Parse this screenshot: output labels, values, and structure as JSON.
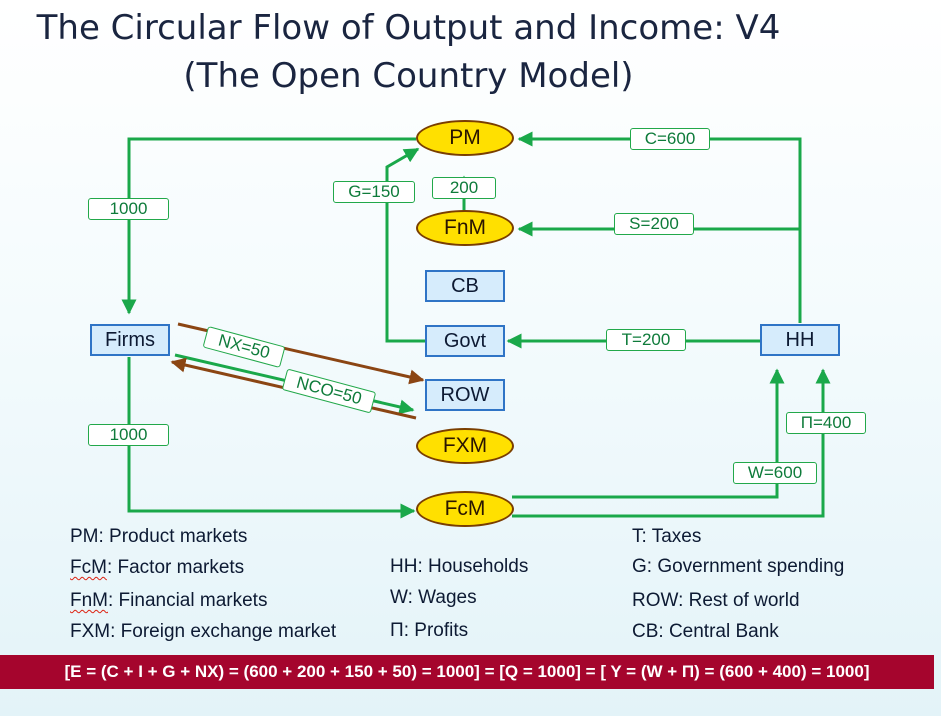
{
  "title": {
    "line1": "The Circular Flow of Output and Income: V4",
    "line2": "(The Open Country Model)"
  },
  "nodes": {
    "pm": "PM",
    "fnm": "FnM",
    "cb": "CB",
    "govt": "Govt",
    "hh": "HH",
    "firms": "Firms",
    "row": "ROW",
    "fxm": "FXM",
    "fcm": "FcM"
  },
  "flows": {
    "c": "C=600",
    "s": "S=200",
    "fnm_to_pm": "200",
    "g": "G=150",
    "t": "T=200",
    "pm_to_firms": "1000",
    "firms_to_fcm": "1000",
    "nx": "NX=50",
    "nco": "NCO=50",
    "w": "W=600",
    "profit": "Π=400"
  },
  "legend": {
    "pm": "PM: Product markets",
    "fcm_abbr": "FcM",
    "fcm_rest": ": Factor markets",
    "fnm_abbr": "FnM",
    "fnm_rest": ": Financial  markets",
    "fxm": "FXM: Foreign exchange market",
    "hh": "HH: Households",
    "w": "W: Wages",
    "profits": "Π: Profits",
    "t": "T: Taxes",
    "g": "G: Government spending",
    "row": "ROW: Rest of world",
    "cb": "CB: Central Bank"
  },
  "formula": "[E = (C + I + G + NX) = (600 + 200 + 150 + 50) = 1000] = [Q = 1000] = [ Y = (W + Π) = (600 + 400) = 1000]",
  "colors": {
    "flow_arrow": "#1aa84a",
    "row_arrow": "#8b4513",
    "market_fill": "#ffe000",
    "sector_fill": "#d6ecfc",
    "formula_bar": "#a5052d"
  }
}
